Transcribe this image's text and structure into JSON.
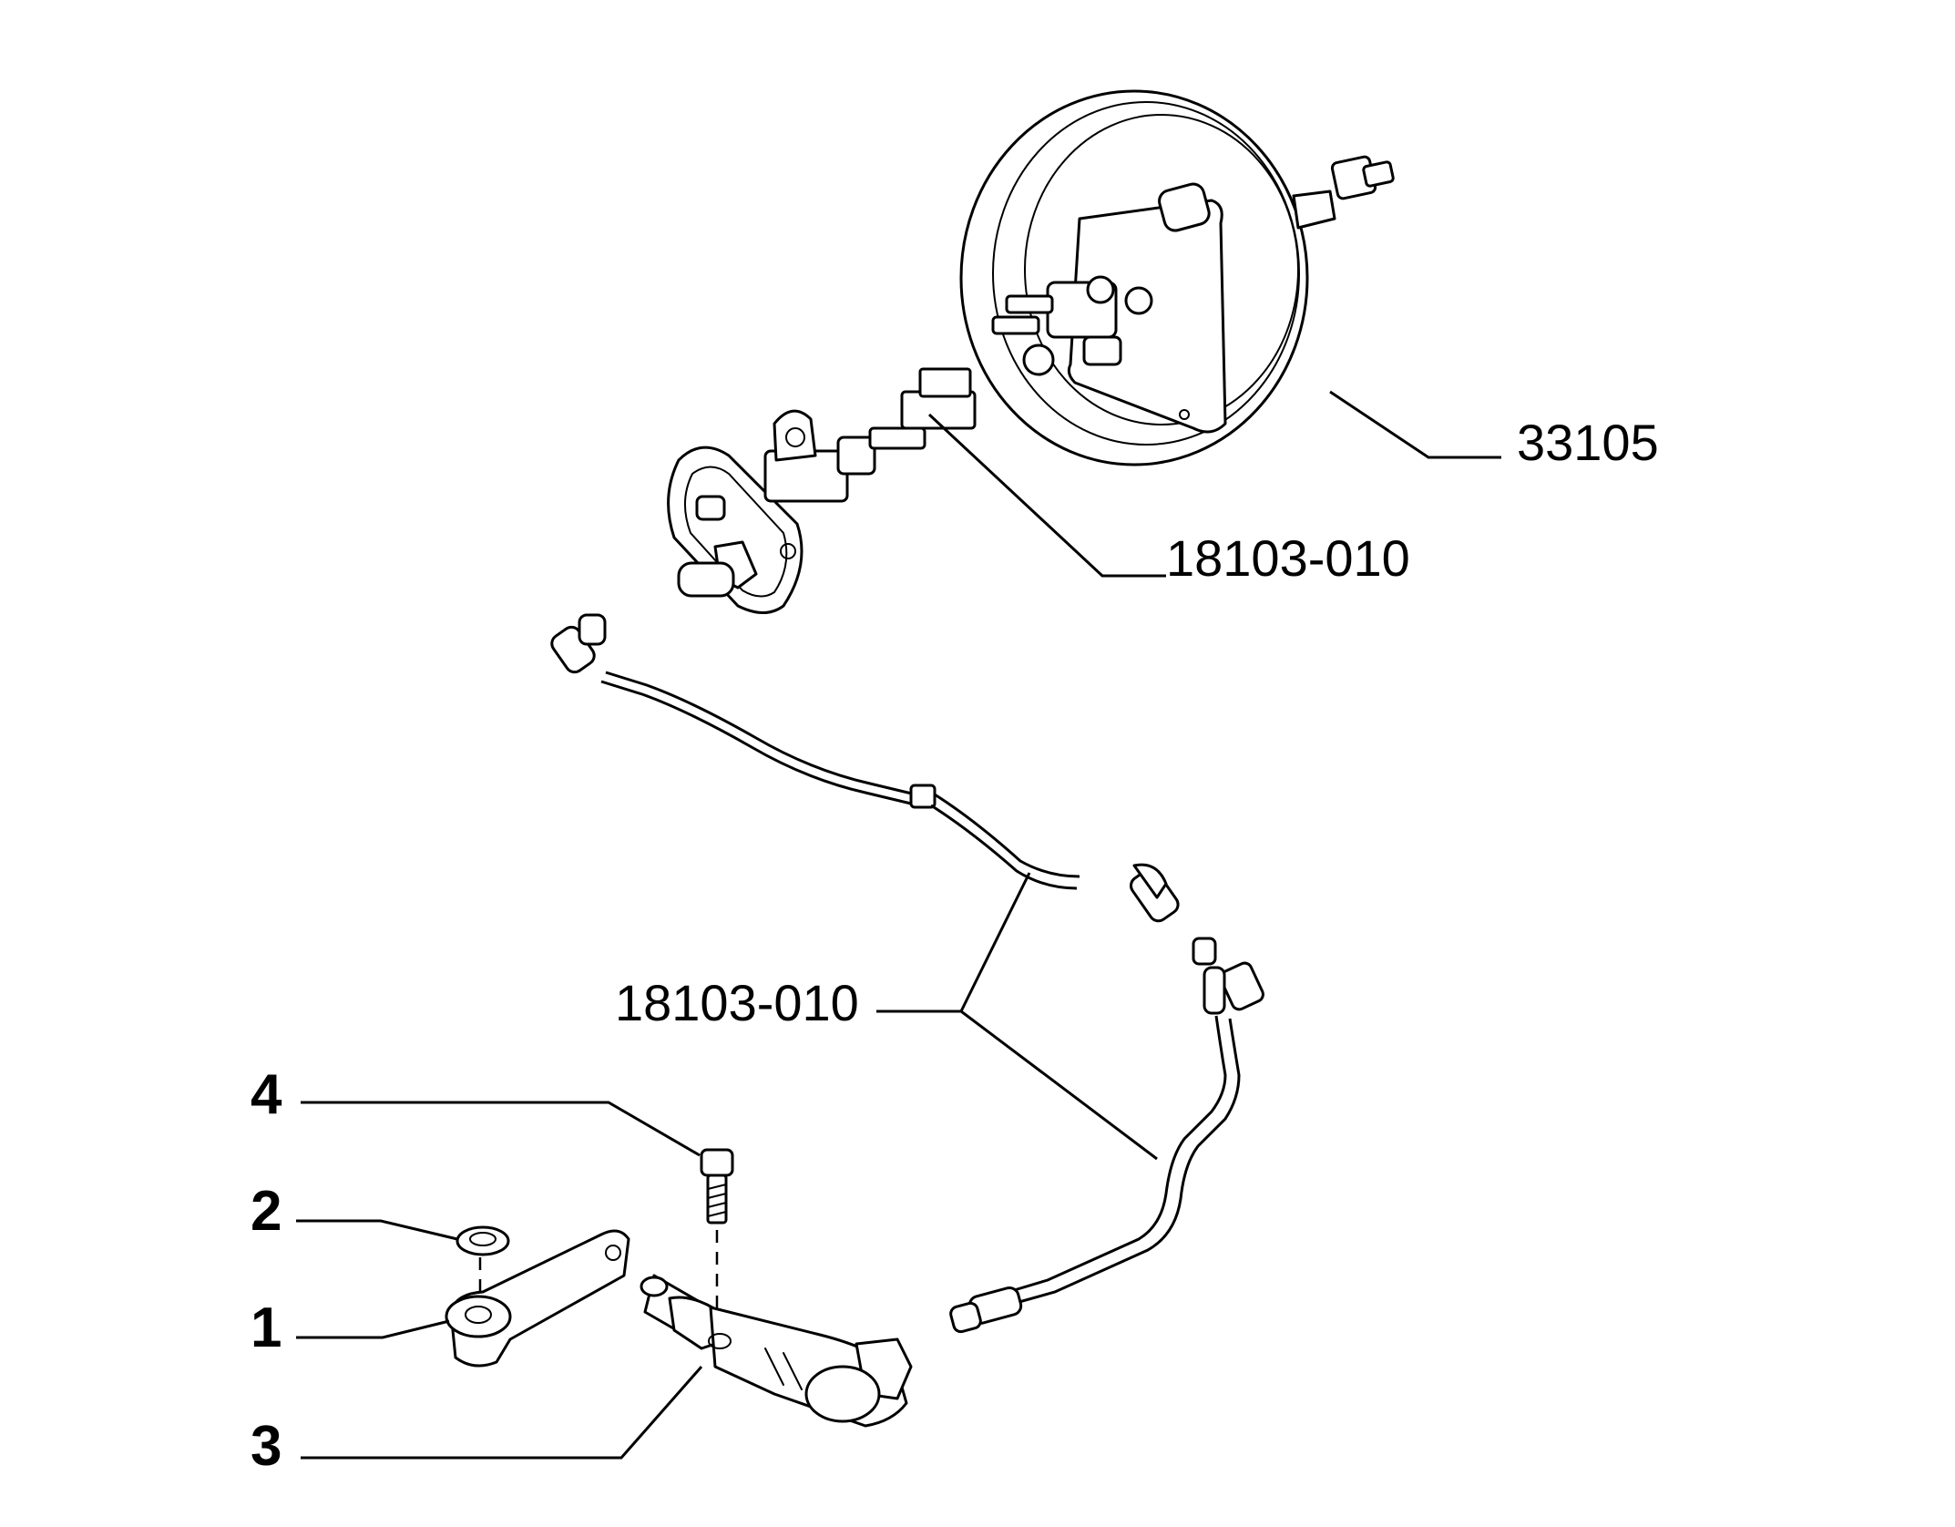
{
  "callouts": {
    "booster": "33105",
    "master_cylinder": "18103-010",
    "hose": "18103-010",
    "bolt": "4",
    "washer": "2",
    "lever": "1",
    "slave_cylinder": "3"
  },
  "icons": {
    "booster": "brake-booster-drawing",
    "master_cylinder": "clutch-master-cylinder-drawing",
    "hose": "clutch-hose-drawing",
    "bolt": "bolt-drawing",
    "washer": "washer-drawing",
    "lever": "release-lever-drawing",
    "slave_cylinder": "slave-cylinder-drawing"
  }
}
